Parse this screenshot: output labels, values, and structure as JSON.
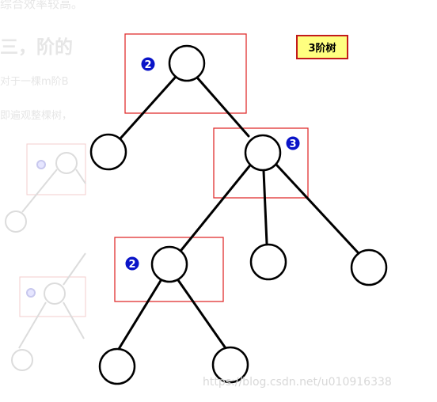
{
  "diagram": {
    "label": "3阶树",
    "badges": {
      "root": "2",
      "node_right": "3",
      "node_lower": "2"
    },
    "colors": {
      "badge": "#0a14c8",
      "highlight_box": "#e03030",
      "label_fill": "#ffff80",
      "faded": "#dcdcdc"
    }
  },
  "background": {
    "line1": "综合效率较高。",
    "line2": "三，阶的",
    "line3": "对于一棵m阶B",
    "line4": "即遍观整棵树，",
    "faded_badge": "2",
    "watermark": "https://blog.csdn.net/u010916338"
  }
}
